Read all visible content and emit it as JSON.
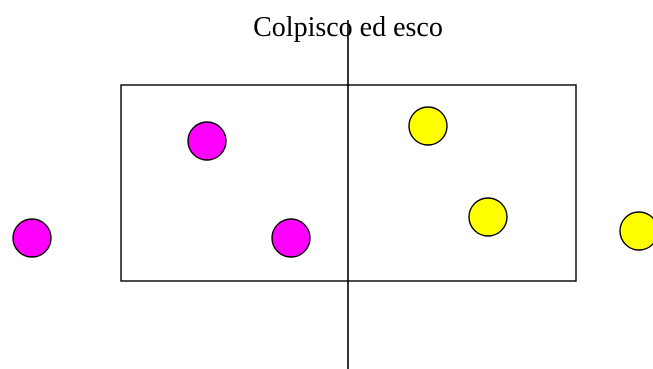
{
  "diagram": {
    "title": "Colpisco ed esco",
    "colors": {
      "team_left": "#ff00ff",
      "team_right": "#ffff00",
      "line": "#000000",
      "background": "#ffffff"
    },
    "players": [
      {
        "team": "left",
        "label": ""
      },
      {
        "team": "left",
        "label": ""
      },
      {
        "team": "left",
        "label": ""
      },
      {
        "team": "right",
        "label": ""
      },
      {
        "team": "right",
        "label": ""
      },
      {
        "team": "right",
        "label": ""
      }
    ]
  }
}
